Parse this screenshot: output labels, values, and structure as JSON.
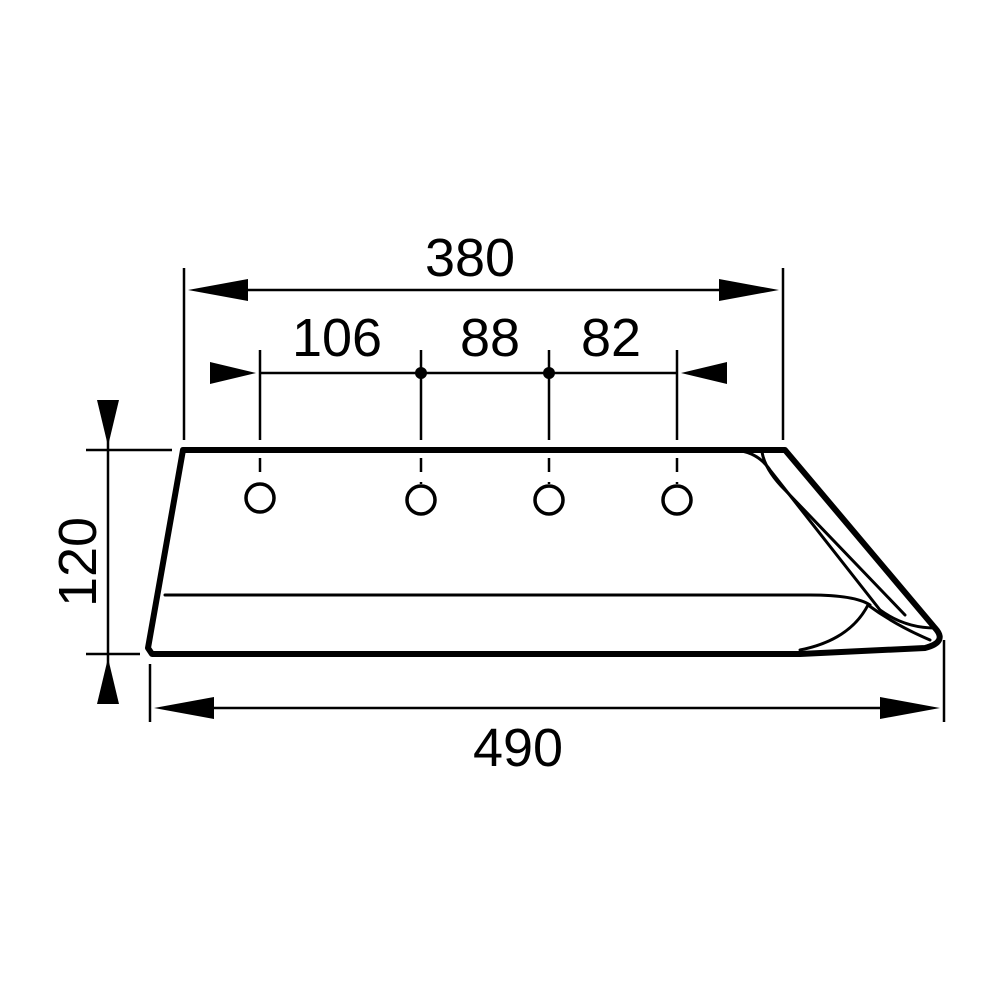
{
  "dimensions": {
    "top_overall": "380",
    "hole_spacing_1": "106",
    "hole_spacing_2": "88",
    "hole_spacing_3": "82",
    "height": "120",
    "bottom_overall": "490"
  }
}
